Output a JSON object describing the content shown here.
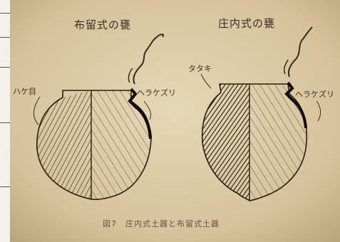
{
  "labels": {
    "left_title": "布留式の甕",
    "right_title": "庄内式の甕",
    "hake_me": "ハケ目",
    "hera_kezuri_left": "ヘラケズリ",
    "tataki": "タタキ",
    "hera_kezuri_right": "ヘラケズリ",
    "caption": "図7　庄内式土器と布留式土器"
  },
  "colors": {
    "paper": "#d9c7a2",
    "ink": "#2f2219",
    "left_strip": "#f4f1ec"
  }
}
